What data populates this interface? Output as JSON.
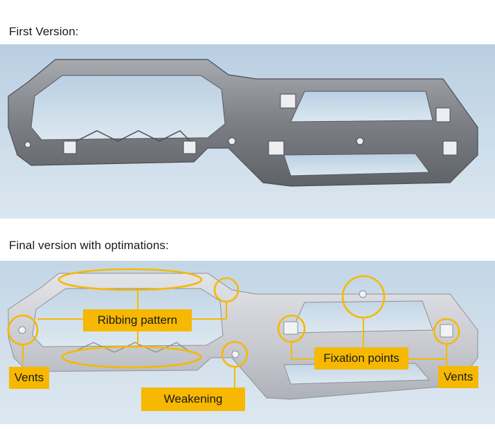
{
  "section1": {
    "title": "First Version:"
  },
  "section2": {
    "title": "Final version with optimations:",
    "labels": {
      "ribbing": "Ribbing pattern",
      "vents_left": "Vents",
      "vents_right": "Vents",
      "weakening": "Weakening",
      "fixation": "Fixation points"
    }
  },
  "colors": {
    "accent": "#f6b800",
    "panel_top": "#c5d7e6",
    "panel_bottom": "#d9e6ef",
    "part_first": "#8a8d92",
    "part_final": "#cfd1d6"
  }
}
